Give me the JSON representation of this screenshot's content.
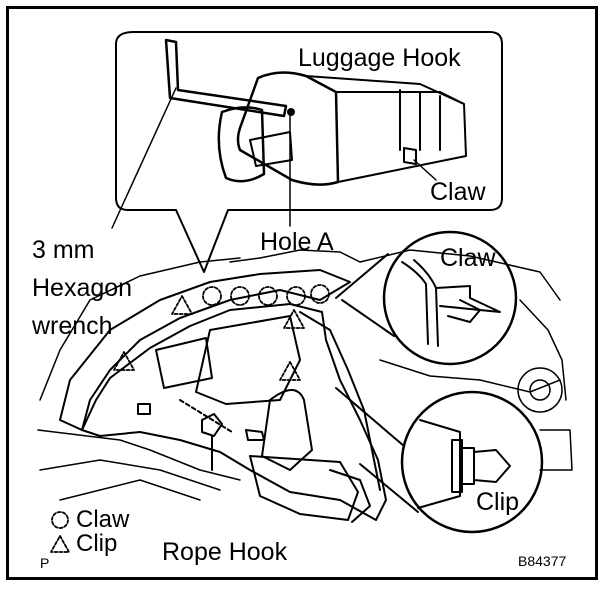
{
  "labels": {
    "luggage_hook": "Luggage Hook",
    "claw_top": "Claw",
    "hole_a": "Hole A",
    "wrench_line1": "3 mm",
    "wrench_line2": "Hexagon",
    "wrench_line3": "wrench",
    "claw_detail": "Claw",
    "clip_detail": "Clip",
    "rope_hook": "Rope Hook",
    "legend_claw": "Claw",
    "legend_clip": "Clip",
    "corner_mark": "P",
    "figure_code": "B84377"
  },
  "legend": {
    "claw_symbol": "dashed-circle",
    "clip_symbol": "dashed-triangle"
  }
}
